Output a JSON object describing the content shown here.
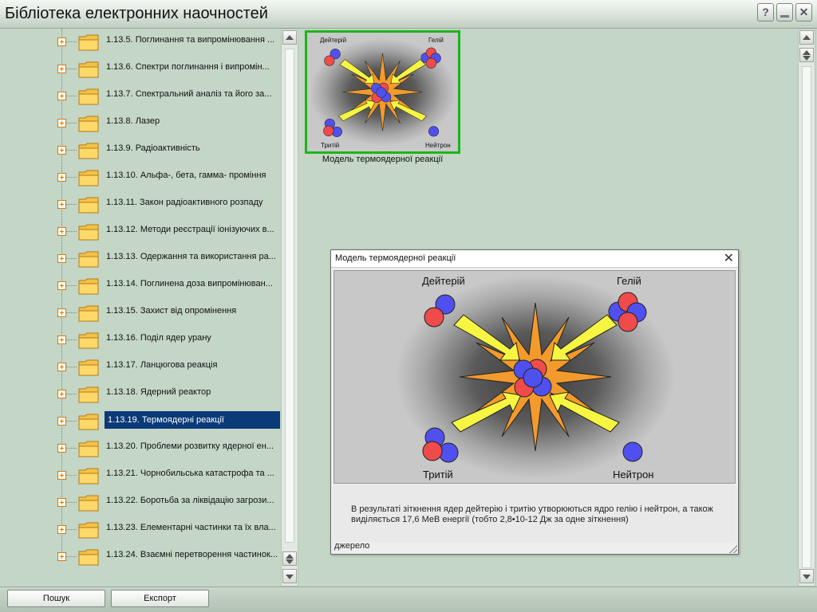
{
  "app": {
    "title": "Бібліотека електронних наочностей"
  },
  "window_controls": {
    "help": "?",
    "minimize": "_",
    "close": "✕"
  },
  "tree": {
    "items": [
      {
        "label": "1.13.5. Поглинання та випромінювання ..."
      },
      {
        "label": "1.13.6. Спектри поглинання і випромін..."
      },
      {
        "label": "1.13.7. Спектральний аналіз та його за..."
      },
      {
        "label": "1.13.8. Лазер"
      },
      {
        "label": "1.13.9. Радіоактивність"
      },
      {
        "label": "1.13.10. Альфа-, бета, гамма- проміння"
      },
      {
        "label": "1.13.11. Закон радіоактивного розпаду"
      },
      {
        "label": "1.13.12. Методи реєстрації іонізуючих в..."
      },
      {
        "label": "1.13.13. Одержання та використання ра..."
      },
      {
        "label": "1.13.14. Поглинена доза випромінюван..."
      },
      {
        "label": "1.13.15. Захист від опромінення"
      },
      {
        "label": "1.13.16. Поділ ядер урану"
      },
      {
        "label": "1.13.17. Ланцюгова реакція"
      },
      {
        "label": "1.13.18. Ядерний реактор"
      },
      {
        "label": "1.13.19. Термоядерні реакції",
        "selected": true
      },
      {
        "label": "1.13.20. Проблеми розвитку ядерної ен..."
      },
      {
        "label": "1.13.21. Чорнобильська катастрофа та ..."
      },
      {
        "label": "1.13.22. Боротьба за ліквідацію загрози..."
      },
      {
        "label": "1.13.23. Елементарні частинки та їх вла..."
      },
      {
        "label": "1.13.24. Взаємні перетворення частинок..."
      }
    ],
    "icon": "folder-icon",
    "selected_color": "#0a3a78"
  },
  "thumbnail": {
    "caption": "Модель термоядерної реакції",
    "labels": {
      "deuterium": "Дейтерій",
      "helium": "Гелій",
      "tritium": "Тритій",
      "neutron": "Нейтрон"
    },
    "border_color": "#1db31d"
  },
  "popup": {
    "title": "Модель термоядерної реакції",
    "close": "✕",
    "labels": {
      "deuterium": "Дейтерій",
      "helium": "Гелій",
      "tritium": "Тритій",
      "neutron": "Нейтрон"
    },
    "description": "В результаті зіткнення ядер дейтерію і тритію утворюються ядро гелію і нейтрон, а також виділяється 17,6 МеВ енергії (тобто 2,8•10-12 Дж за одне зіткнення)",
    "source": "джерело"
  },
  "footer": {
    "search": "Пошук",
    "export": "Експорт"
  },
  "colors": {
    "proton": "#ee4b4b",
    "neutron": "#5050ee",
    "flash": "#f39a2c",
    "arrow": "#f6f542",
    "background": "#c4d6c6"
  }
}
